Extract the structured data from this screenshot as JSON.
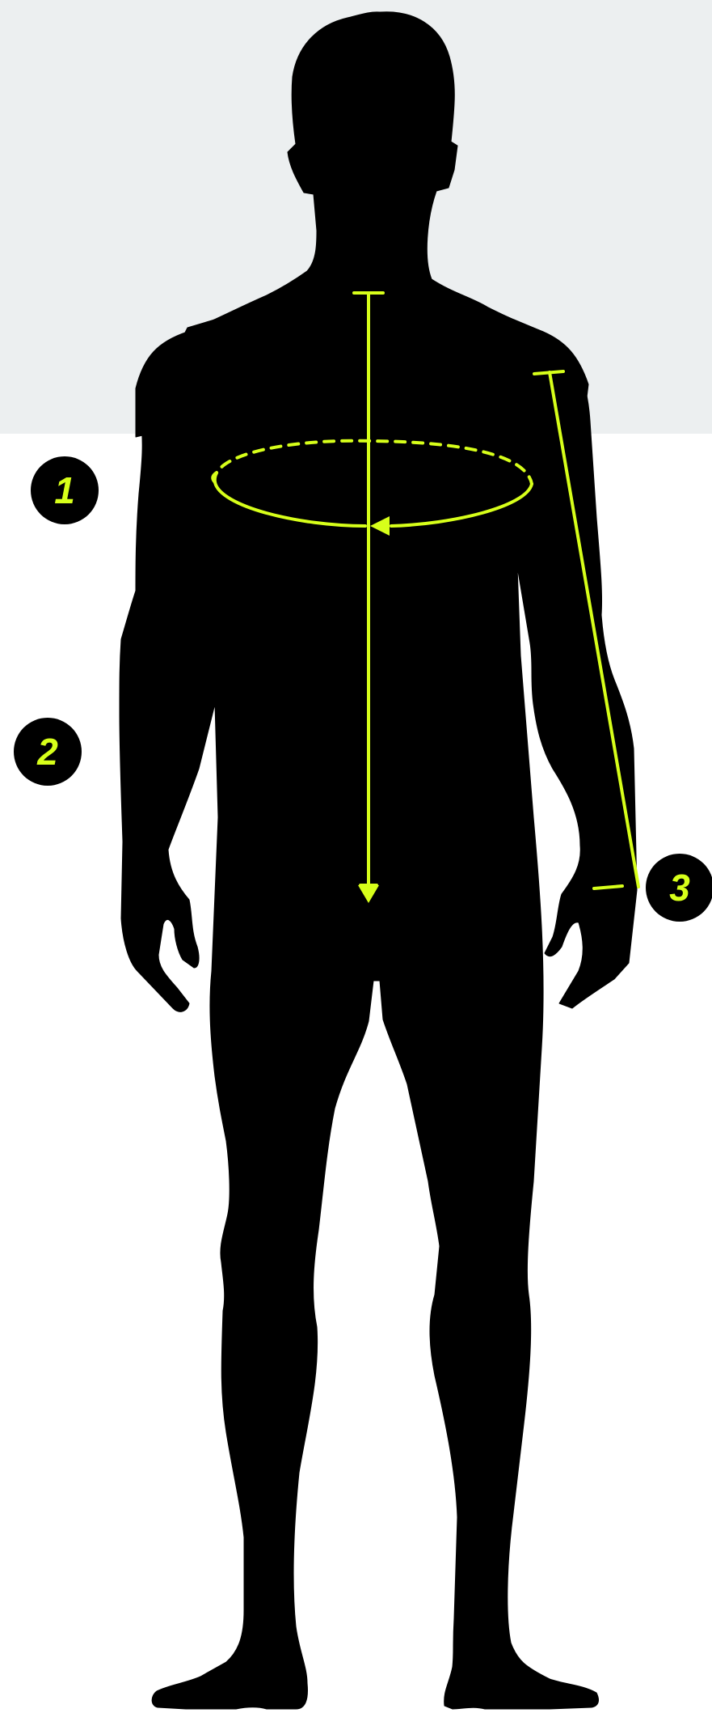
{
  "colors": {
    "top_band": "#eceff0",
    "page_background": "#ffffff",
    "silhouette": "#000000",
    "accent": "#d7ff1a"
  },
  "figure": {
    "icon": "human-body-silhouette-icon"
  },
  "measurements": [
    {
      "number": "1",
      "icon": "chest-circumference-icon"
    },
    {
      "number": "2",
      "icon": "torso-length-icon"
    },
    {
      "number": "3",
      "icon": "arm-length-icon"
    }
  ]
}
